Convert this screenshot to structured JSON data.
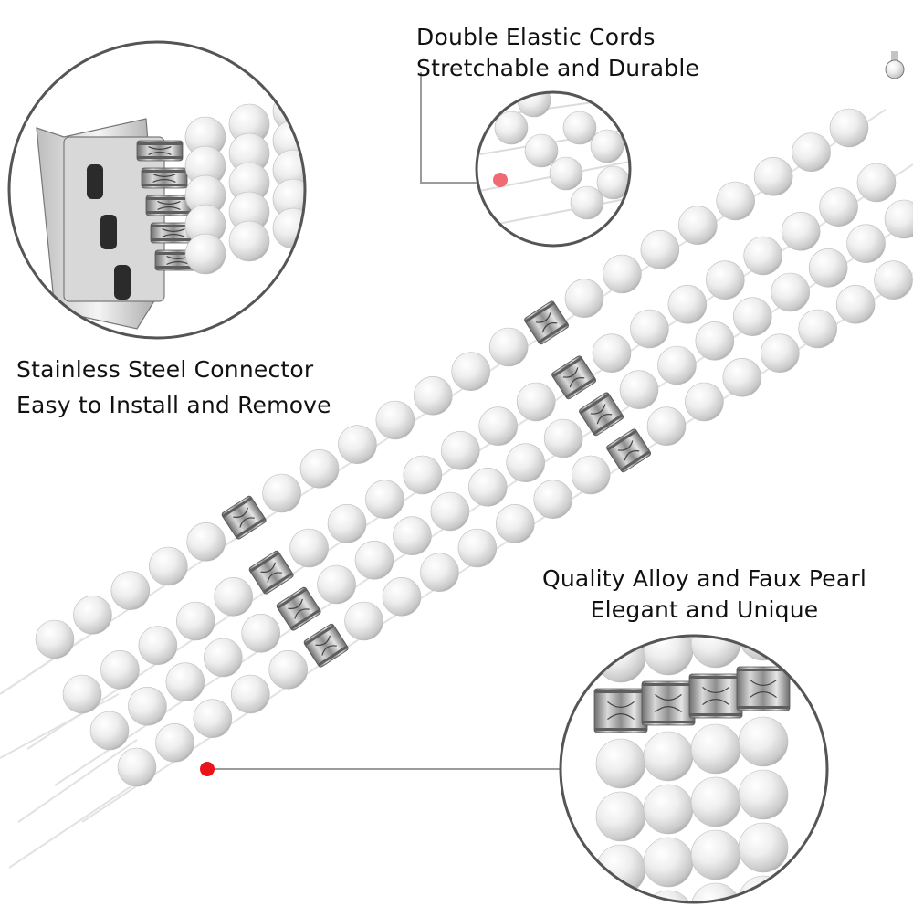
{
  "callouts": {
    "cords": {
      "line1": "Double Elastic Cords",
      "line2": "Stretchable and Durable"
    },
    "connector": {
      "line1": "Stainless Steel Connector",
      "line2": "Easy to Install and Remove"
    },
    "pearl": {
      "line1": "Quality Alloy and Faux Pearl",
      "line2": "Elegant and Unique"
    }
  },
  "colors": {
    "background": "#ffffff",
    "pearl": "#eeeeee",
    "pearl_shadow": "#bdbdbd",
    "alloy": "#9a9a9a",
    "marker_red": "#e8141b",
    "marker_pink": "#f06a75",
    "callout_line": "#9b9b9b"
  }
}
